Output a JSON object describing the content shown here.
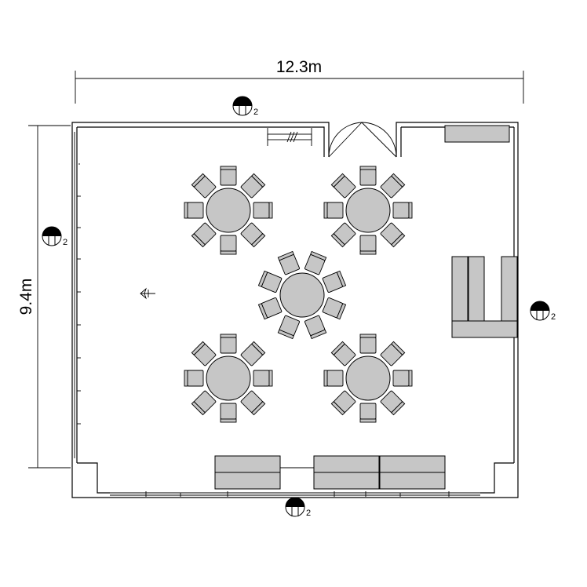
{
  "dimensions": {
    "width_label": "12.3m",
    "height_label": "9.4m"
  },
  "section_markers": {
    "top": "2",
    "left": "2",
    "right": "2",
    "bottom": "2"
  },
  "tables": {
    "count": 5,
    "chairs_per_table": 8
  },
  "colors": {
    "furniture_fill": "#c6c6c6",
    "line": "#000000"
  },
  "icons": [
    "compass-arrow-icon",
    "section-marker-icon",
    "door-swing-icon",
    "window-icon"
  ]
}
